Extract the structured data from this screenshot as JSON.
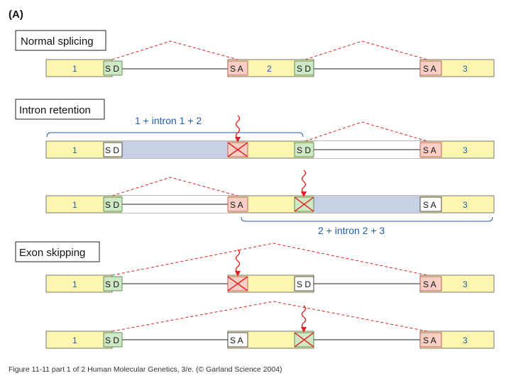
{
  "panel_label": "(A)",
  "sections": [
    {
      "title": "Normal splicing"
    },
    {
      "title": "Intron retention"
    },
    {
      "title": "Exon skipping"
    }
  ],
  "site_labels": {
    "donor": "S D",
    "acceptor": "S A"
  },
  "exon_labels": {
    "exon1": "1",
    "exon2": "2",
    "exon3": "3"
  },
  "retention_brackets": {
    "intron1": "1 + intron 1 + 2",
    "intron2": "2 + intron 2 + 3"
  },
  "caption": "Figure 11-11 part 1 of 2  Human Molecular Genetics, 3/e.  (© Garland Science 2004)",
  "colors": {
    "exon_fill": "#fdf6b0",
    "intron_retained": "#c8d0e6",
    "donor_box": "#cfe9c6",
    "acceptor_box": "#f7cfc5",
    "splice_line": "#e02020",
    "bracket_text": "#1e5ea8",
    "mutation": "#e02020"
  },
  "icons": {
    "mutation": "squiggle-arrow-icon",
    "disrupted_site": "red-x-icon"
  }
}
